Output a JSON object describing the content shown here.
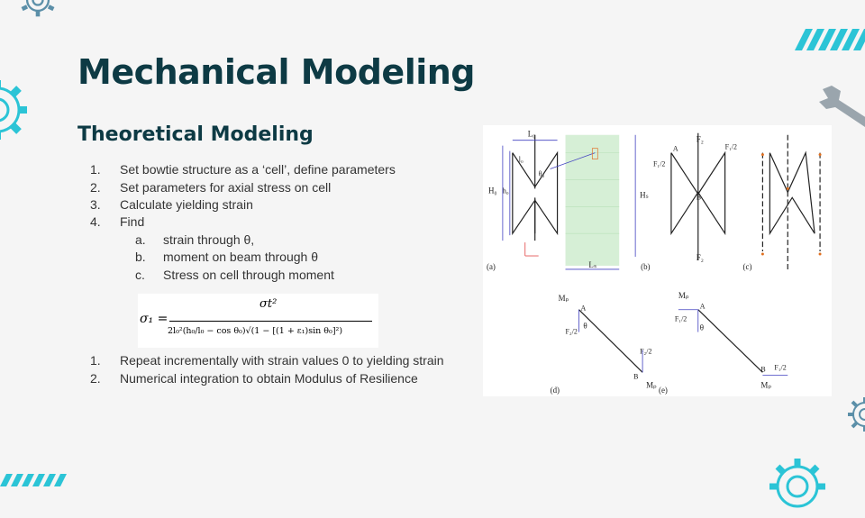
{
  "slide": {
    "title": "Mechanical Modeling",
    "subtitle": "Theoretical Modeling",
    "steps": [
      {
        "num": "1.",
        "text": "Set bowtie structure as a ‘cell’, define parameters"
      },
      {
        "num": "2.",
        "text": "Set parameters for axial stress on cell"
      },
      {
        "num": "3.",
        "text": "Calculate yielding strain"
      },
      {
        "num": "4.",
        "text": "Find"
      }
    ],
    "find_items": [
      {
        "num": "a.",
        "text": "strain through θ,"
      },
      {
        "num": "b.",
        "text": "moment on beam through θ"
      },
      {
        "num": "c.",
        "text": "Stress on cell through moment"
      }
    ],
    "equation": {
      "lhs": "σ₁ =",
      "numerator": "σt²",
      "denominator": "2l₀²(h₀/l₀ − cos θ₀)√(1 − [(1 + ε₁)sin θ₀]²)"
    },
    "final_steps": [
      {
        "num": "1.",
        "text": "Repeat incrementally with strain values 0 to yielding strain"
      },
      {
        "num": "2.",
        "text": "Numerical integration to obtain Modulus of Resilience"
      }
    ]
  },
  "figure": {
    "panels": [
      "(a)",
      "(b)",
      "(c)",
      "(d)",
      "(e)"
    ],
    "labels": {
      "L0": "L₀",
      "H0": "H₀",
      "h0": "h₀",
      "l0": "l₀",
      "theta0": "θ₀",
      "Hs": "Hₛ",
      "Ls": "Lₛ",
      "F2": "F₂",
      "F1_2": "F₁/2",
      "F2_2": "F₂/2",
      "A": "A",
      "B": "B",
      "Mp": "Mₚ",
      "theta": "θ"
    }
  },
  "colors": {
    "title": "#0d3a44",
    "accent": "#2bc4d6",
    "gear_dark": "#5b8fa8",
    "wrench": "#9aa5ad"
  }
}
